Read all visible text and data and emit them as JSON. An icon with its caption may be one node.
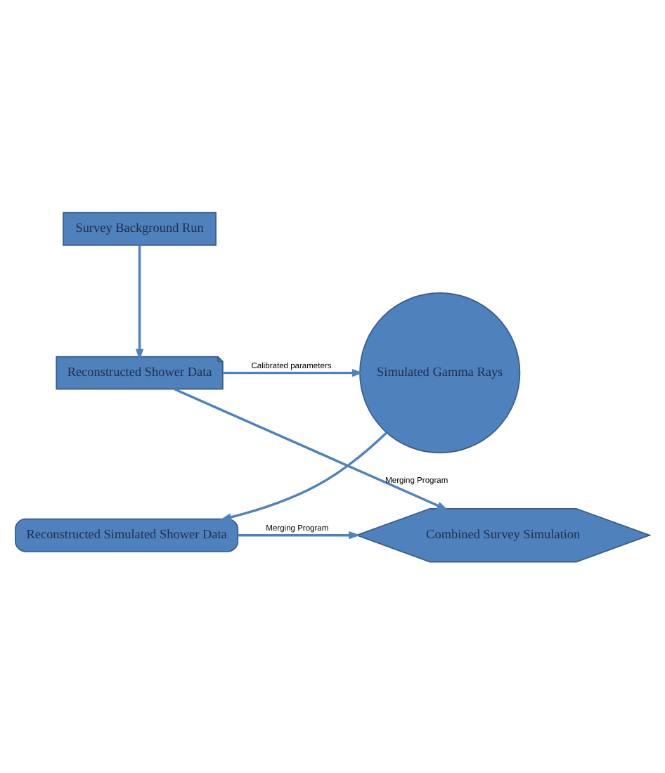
{
  "diagram": {
    "nodes": [
      {
        "text": [
          "Survey Background Run"
        ]
      },
      {
        "text": [
          "Reconstructed Shower Data"
        ]
      },
      {
        "text": [
          "Simulated Gamma Rays"
        ]
      },
      {
        "text": [
          "Reconstructed Simulated Shower Data"
        ]
      },
      {
        "text": [
          "Combined Survey Simulation"
        ]
      }
    ],
    "edges": [
      {
        "from": 0,
        "to": 1,
        "arrow": "to"
      },
      {
        "from": 1,
        "to": 2,
        "arrow": "to",
        "label": "Calibrated parameters"
      },
      {
        "from": 1,
        "to": 4,
        "arrow": "to",
        "label": "Merging Program"
      },
      {
        "from": 2,
        "to": 3,
        "arrow": "to"
      },
      {
        "from": 3,
        "to": 4,
        "arrow": "to",
        "label": "Merging Program"
      }
    ]
  }
}
